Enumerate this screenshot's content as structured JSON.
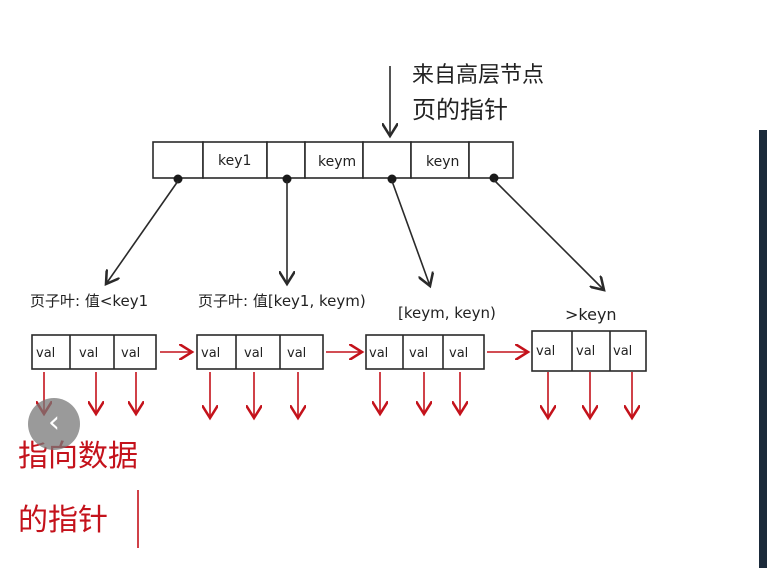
{
  "root_pointer_label_line1": "来自高层节点",
  "root_pointer_label_line2": "页的指针",
  "internal_keys": [
    "key1",
    "keym",
    "keyn"
  ],
  "leaf_labels": [
    "页子叶: 值<key1",
    "页子叶: 值[key1, keym)",
    "[keym, keyn)",
    ">keyn"
  ],
  "leaf_cells": [
    "val",
    "val",
    "val"
  ],
  "data_pointer_line1": "指向数据",
  "data_pointer_line2": "的指针",
  "colors": {
    "ink": "#2a2a2a",
    "red": "#c4121b"
  },
  "nav": {
    "icon": "chevron-left-icon"
  }
}
